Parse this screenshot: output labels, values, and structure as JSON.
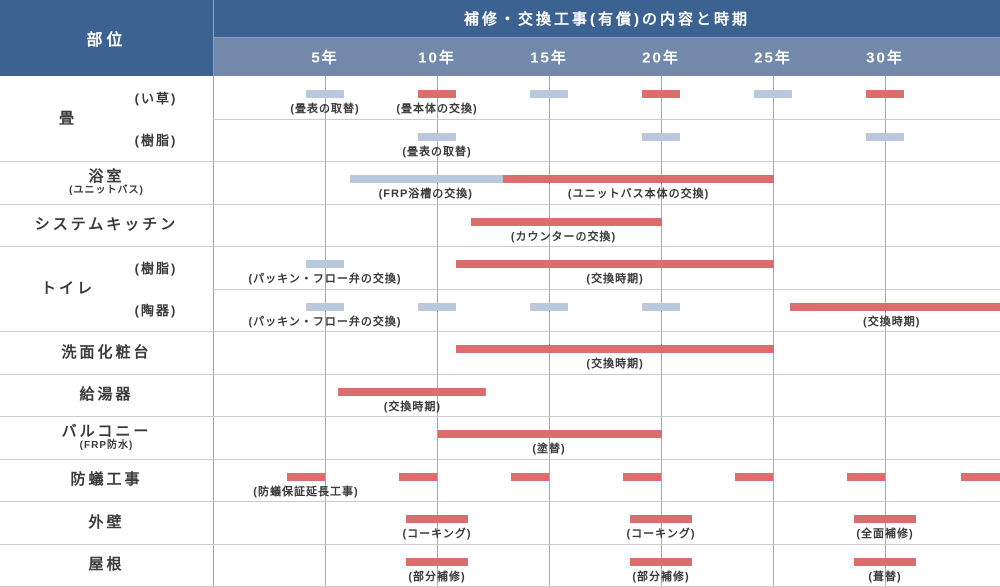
{
  "colors": {
    "header_dark": "#3b6291",
    "header_light": "#7389ac",
    "bar_red": "#db6d6e",
    "bar_blue": "#b9c8dc",
    "grid_vertical": "#a3a8af",
    "grid_horizontal": "#c9cccf",
    "text": "#3b3b3b"
  },
  "chart_data": {
    "type": "gantt",
    "title": "補修・交換工事(有償)の内容と時期",
    "part_column_header": "部位",
    "x_axis": {
      "unit": "年",
      "ticks": [
        5,
        10,
        15,
        20,
        25,
        30
      ],
      "tick_labels": [
        "5年",
        "10年",
        "15年",
        "20年",
        "25年",
        "30年"
      ],
      "range_years": [
        0,
        35.15
      ],
      "grid": true
    },
    "rows": [
      {
        "group": "畳",
        "group_rows": 2,
        "sub": "(い草)",
        "bars": [
          {
            "start": 4.15,
            "end": 5.85,
            "color": "blue"
          },
          {
            "start": 9.15,
            "end": 10.85,
            "color": "red"
          },
          {
            "start": 14.15,
            "end": 15.85,
            "color": "blue"
          },
          {
            "start": 19.15,
            "end": 20.85,
            "color": "red"
          },
          {
            "start": 24.15,
            "end": 25.85,
            "color": "blue"
          },
          {
            "start": 29.15,
            "end": 30.85,
            "color": "red"
          }
        ],
        "notes": [
          {
            "at": 5,
            "text": "(畳表の取替)"
          },
          {
            "at": 10,
            "text": "(畳本体の交換)"
          }
        ]
      },
      {
        "sub": "(樹脂)",
        "bars": [
          {
            "start": 9.15,
            "end": 10.85,
            "color": "blue"
          },
          {
            "start": 19.15,
            "end": 20.85,
            "color": "blue"
          },
          {
            "start": 29.15,
            "end": 30.85,
            "color": "blue"
          }
        ],
        "notes": [
          {
            "at": 10,
            "text": "(畳表の取替)"
          }
        ]
      },
      {
        "name": "浴室",
        "subtitle": "(ユニットバス)",
        "bars": [
          {
            "start": 6.1,
            "end": 12.95,
            "color": "blue"
          },
          {
            "start": 12.95,
            "end": 25.05,
            "color": "red"
          }
        ],
        "notes": [
          {
            "at": 9.5,
            "text": "(FRP浴槽の交換)"
          },
          {
            "at": 19,
            "text": "(ユニットバス本体の交換)"
          }
        ]
      },
      {
        "name": "システムキッチン",
        "bars": [
          {
            "start": 11.5,
            "end": 20.05,
            "color": "red"
          }
        ],
        "notes": [
          {
            "at": 15.65,
            "text": "(カウンターの交換)"
          }
        ]
      },
      {
        "group": "トイレ",
        "group_rows": 2,
        "sub": "(樹脂)",
        "bars": [
          {
            "start": 4.15,
            "end": 5.85,
            "color": "blue"
          },
          {
            "start": 10.85,
            "end": 25.05,
            "color": "red"
          }
        ],
        "notes": [
          {
            "at": 5,
            "text": "(パッキン・フロー弁の交換)"
          },
          {
            "at": 17.95,
            "text": "(交換時期)"
          }
        ]
      },
      {
        "sub": "(陶器)",
        "bars": [
          {
            "start": 4.15,
            "end": 5.85,
            "color": "blue"
          },
          {
            "start": 9.15,
            "end": 10.85,
            "color": "blue"
          },
          {
            "start": 14.15,
            "end": 15.85,
            "color": "blue"
          },
          {
            "start": 19.15,
            "end": 20.85,
            "color": "blue"
          },
          {
            "start": 25.75,
            "end": 35.15,
            "color": "red"
          }
        ],
        "notes": [
          {
            "at": 5,
            "text": "(パッキン・フロー弁の交換)"
          },
          {
            "at": 30.3,
            "text": "(交換時期)"
          }
        ]
      },
      {
        "name": "洗面化粧台",
        "bars": [
          {
            "start": 10.85,
            "end": 25.05,
            "color": "red"
          }
        ],
        "notes": [
          {
            "at": 17.95,
            "text": "(交換時期)"
          }
        ]
      },
      {
        "name": "給湯器",
        "bars": [
          {
            "start": 5.6,
            "end": 12.2,
            "color": "red"
          }
        ],
        "notes": [
          {
            "at": 8.9,
            "text": "(交換時期)"
          }
        ]
      },
      {
        "name": "バルコニー",
        "subtitle": "(FRP防水)",
        "bars": [
          {
            "start": 10.05,
            "end": 20.05,
            "color": "red"
          }
        ],
        "notes": [
          {
            "at": 15,
            "text": "(塗替)"
          }
        ]
      },
      {
        "name": "防蟻工事",
        "bars": [
          {
            "start": 3.3,
            "end": 5,
            "color": "red"
          },
          {
            "start": 8.3,
            "end": 10,
            "color": "red"
          },
          {
            "start": 13.3,
            "end": 15,
            "color": "red"
          },
          {
            "start": 18.3,
            "end": 20,
            "color": "red"
          },
          {
            "start": 23.3,
            "end": 25,
            "color": "red"
          },
          {
            "start": 28.3,
            "end": 30,
            "color": "red"
          },
          {
            "start": 33.4,
            "end": 35.15,
            "color": "red"
          }
        ],
        "notes": [
          {
            "at": 4.15,
            "text": "(防蟻保証延長工事)"
          }
        ]
      },
      {
        "name": "外壁",
        "bars": [
          {
            "start": 8.6,
            "end": 11.4,
            "color": "red"
          },
          {
            "start": 18.6,
            "end": 21.4,
            "color": "red"
          },
          {
            "start": 28.6,
            "end": 31.4,
            "color": "red"
          }
        ],
        "notes": [
          {
            "at": 10,
            "text": "(コーキング)"
          },
          {
            "at": 20,
            "text": "(コーキング)"
          },
          {
            "at": 30,
            "text": "(全面補修)"
          }
        ]
      },
      {
        "name": "屋根",
        "bars": [
          {
            "start": 8.6,
            "end": 11.4,
            "color": "red"
          },
          {
            "start": 18.6,
            "end": 21.4,
            "color": "red"
          },
          {
            "start": 28.6,
            "end": 31.4,
            "color": "red"
          }
        ],
        "notes": [
          {
            "at": 10,
            "text": "(部分補修)"
          },
          {
            "at": 20,
            "text": "(部分補修)"
          },
          {
            "at": 30,
            "text": "(葺替)"
          }
        ]
      }
    ]
  }
}
